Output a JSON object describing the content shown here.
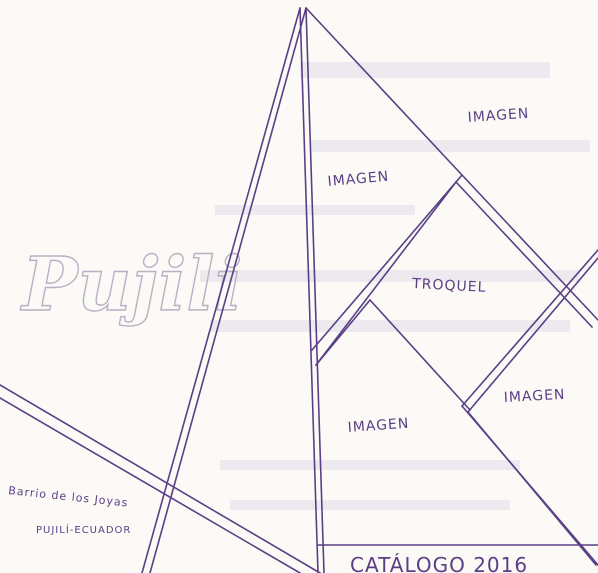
{
  "sketch": {
    "logo_text": "Pujili",
    "labels": {
      "imagen_top_right": "IMAGEN",
      "imagen_upper_mid": "IMAGEN",
      "troquel": "TROQUEL",
      "imagen_right": "IMAGEN",
      "imagen_lower_mid": "IMAGEN"
    },
    "caption_line1": "Barrio de los Joyas",
    "caption_line2": "PUJILÍ-ECUADOR",
    "catalog_title": "CATÁLOGO 2016"
  },
  "colors": {
    "ink": "#5b3f86",
    "paper": "#fbfaf7",
    "logo_outline": "#b8b1c4"
  }
}
